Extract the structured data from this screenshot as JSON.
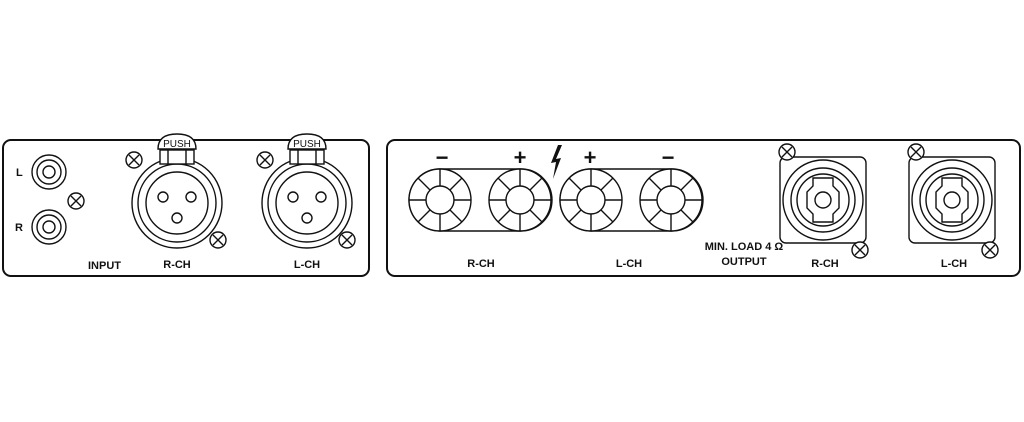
{
  "input_panel": {
    "rca_labels": {
      "left": "L",
      "right": "R"
    },
    "section_label": "INPUT",
    "xlr_right": {
      "release_label": "PUSH",
      "channel_label": "R-CH"
    },
    "xlr_left": {
      "release_label": "PUSH",
      "channel_label": "L-CH"
    }
  },
  "output_panel": {
    "binding_posts": {
      "right_minus": "−",
      "right_plus": "+",
      "left_plus": "+",
      "left_minus": "−",
      "right_label": "R-CH",
      "left_label": "L-CH"
    },
    "min_load_label": "MIN. LOAD 4 Ω",
    "section_label": "OUTPUT",
    "speakon_right_label": "R-CH",
    "speakon_left_label": "L-CH"
  },
  "icons": [
    "rca-jack-icon",
    "xlr-connector-icon",
    "screw-icon",
    "binding-post-icon",
    "lightning-warning-icon",
    "speakon-connector-icon"
  ]
}
